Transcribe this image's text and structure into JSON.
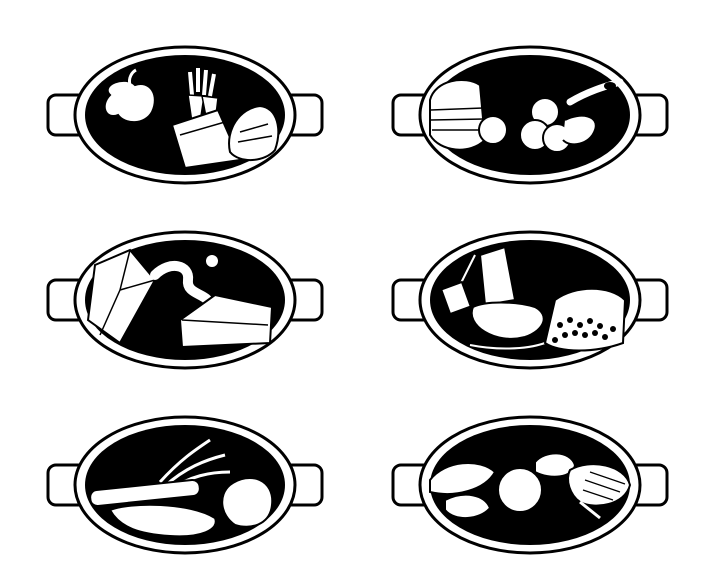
{
  "colors": {
    "ink": "#000000",
    "paper": "#ffffff"
  },
  "trays": [
    {
      "id": "produce",
      "icons": [
        "apple-icon",
        "carrot-bunch-icon",
        "paper-bag-icon",
        "bread-loaf-icon"
      ]
    },
    {
      "id": "sweets",
      "icons": [
        "layer-cake-icon",
        "cookie-icon",
        "ice-cream-scoop-icon",
        "frying-pan-icon"
      ]
    },
    {
      "id": "dairy",
      "icons": [
        "milk-carton-icon",
        "milk-pour-icon",
        "cheese-block-icon"
      ]
    },
    {
      "id": "beverages",
      "icons": [
        "tea-bag-icon",
        "teapot-icon",
        "jar-of-beans-icon"
      ]
    },
    {
      "id": "grains",
      "icons": [
        "wheat-sheaf-icon",
        "rolling-pin-icon",
        "bread-slice-icon",
        "dough-ball-icon"
      ]
    },
    {
      "id": "proteins",
      "icons": [
        "fish-icon",
        "onion-icon",
        "sausage-icon",
        "ham-leg-icon"
      ]
    }
  ]
}
